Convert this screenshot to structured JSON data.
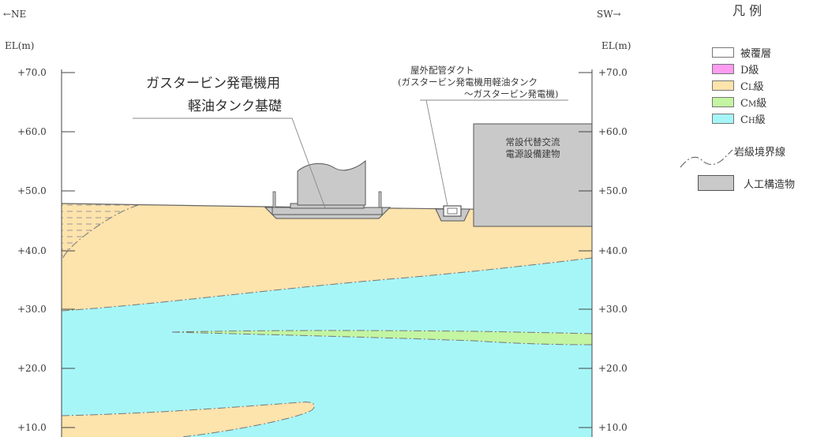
{
  "direction": {
    "left": "←NE",
    "right": "SW→"
  },
  "axis": {
    "left_unit": "EL(m)",
    "right_unit": "EL(m)",
    "ticks": [
      "+70.0",
      "+60.0",
      "+50.0",
      "+40.0",
      "+30.0",
      "+20.0",
      "+10.0"
    ]
  },
  "labels": {
    "foundation_line1": "ガスタービン発電機用",
    "foundation_line2": "軽油タンク基礎",
    "duct_line1": "屋外配管ダクト",
    "duct_line2": "(ガスタービン発電機用軽油タンク",
    "duct_line3": "～ガスタービン発電機)",
    "building_line1": "常設代替交流",
    "building_line2": "電源設備建物"
  },
  "legend": {
    "title": "凡 例",
    "items": [
      {
        "label": "被覆層",
        "color": "#ffffff"
      },
      {
        "label": "D級",
        "color": "#ff9cf2"
      },
      {
        "label_main": "C",
        "label_sub": "L",
        "label_tail": "級",
        "color": "#fde3ac"
      },
      {
        "label_main": "C",
        "label_sub": "M",
        "label_tail": "級",
        "color": "#c3f5a2"
      },
      {
        "label_main": "C",
        "label_sub": "H",
        "label_tail": "級",
        "color": "#a6f6f8"
      }
    ],
    "boundary_label": "岩級境界線",
    "structure_label": "人工構造物",
    "structure_color": "#c9c9c9"
  }
}
